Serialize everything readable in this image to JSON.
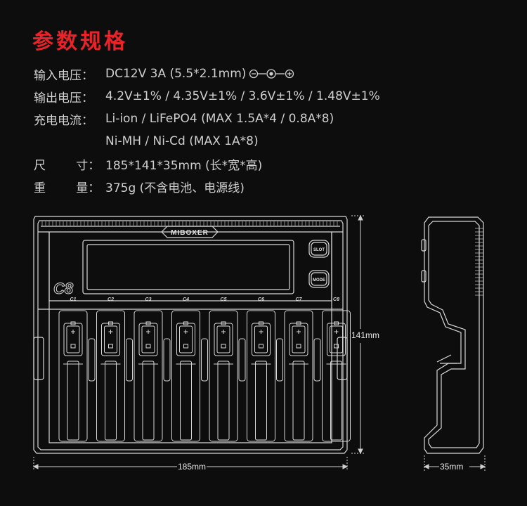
{
  "title": "参数规格",
  "specs": [
    {
      "label": "输入电压：",
      "value": "DC12V   3A (5.5*2.1mm)"
    },
    {
      "label": "输出电压：",
      "value": "4.2V±1% / 4.35V±1% / 3.6V±1% / 1.48V±1%"
    },
    {
      "label": "充电电流：",
      "value": "Li-ion / LiFePO4 (MAX 1.5A*4 / 0.8A*8)"
    },
    {
      "label": "",
      "value": "Ni-MH / Ni-Cd (MAX 1A*8)"
    },
    {
      "label": "尺        寸：",
      "value": "185*141*35mm (长*宽*高)"
    },
    {
      "label": "重        量：",
      "value": "375g (不含电池、电源线)"
    }
  ],
  "device": {
    "brand": "MIBOXER",
    "model": "C8",
    "slot_button": "SLOT",
    "mode_button": "MODE",
    "channels": [
      "C1",
      "C2",
      "C3",
      "C4",
      "C5",
      "C6",
      "C7",
      "C8"
    ]
  },
  "dimensions": {
    "width": "185mm",
    "height": "141mm",
    "depth": "35mm"
  },
  "colors": {
    "background": "#0d0d0d",
    "title": "#e8232a",
    "line": "#d8d8d8"
  }
}
